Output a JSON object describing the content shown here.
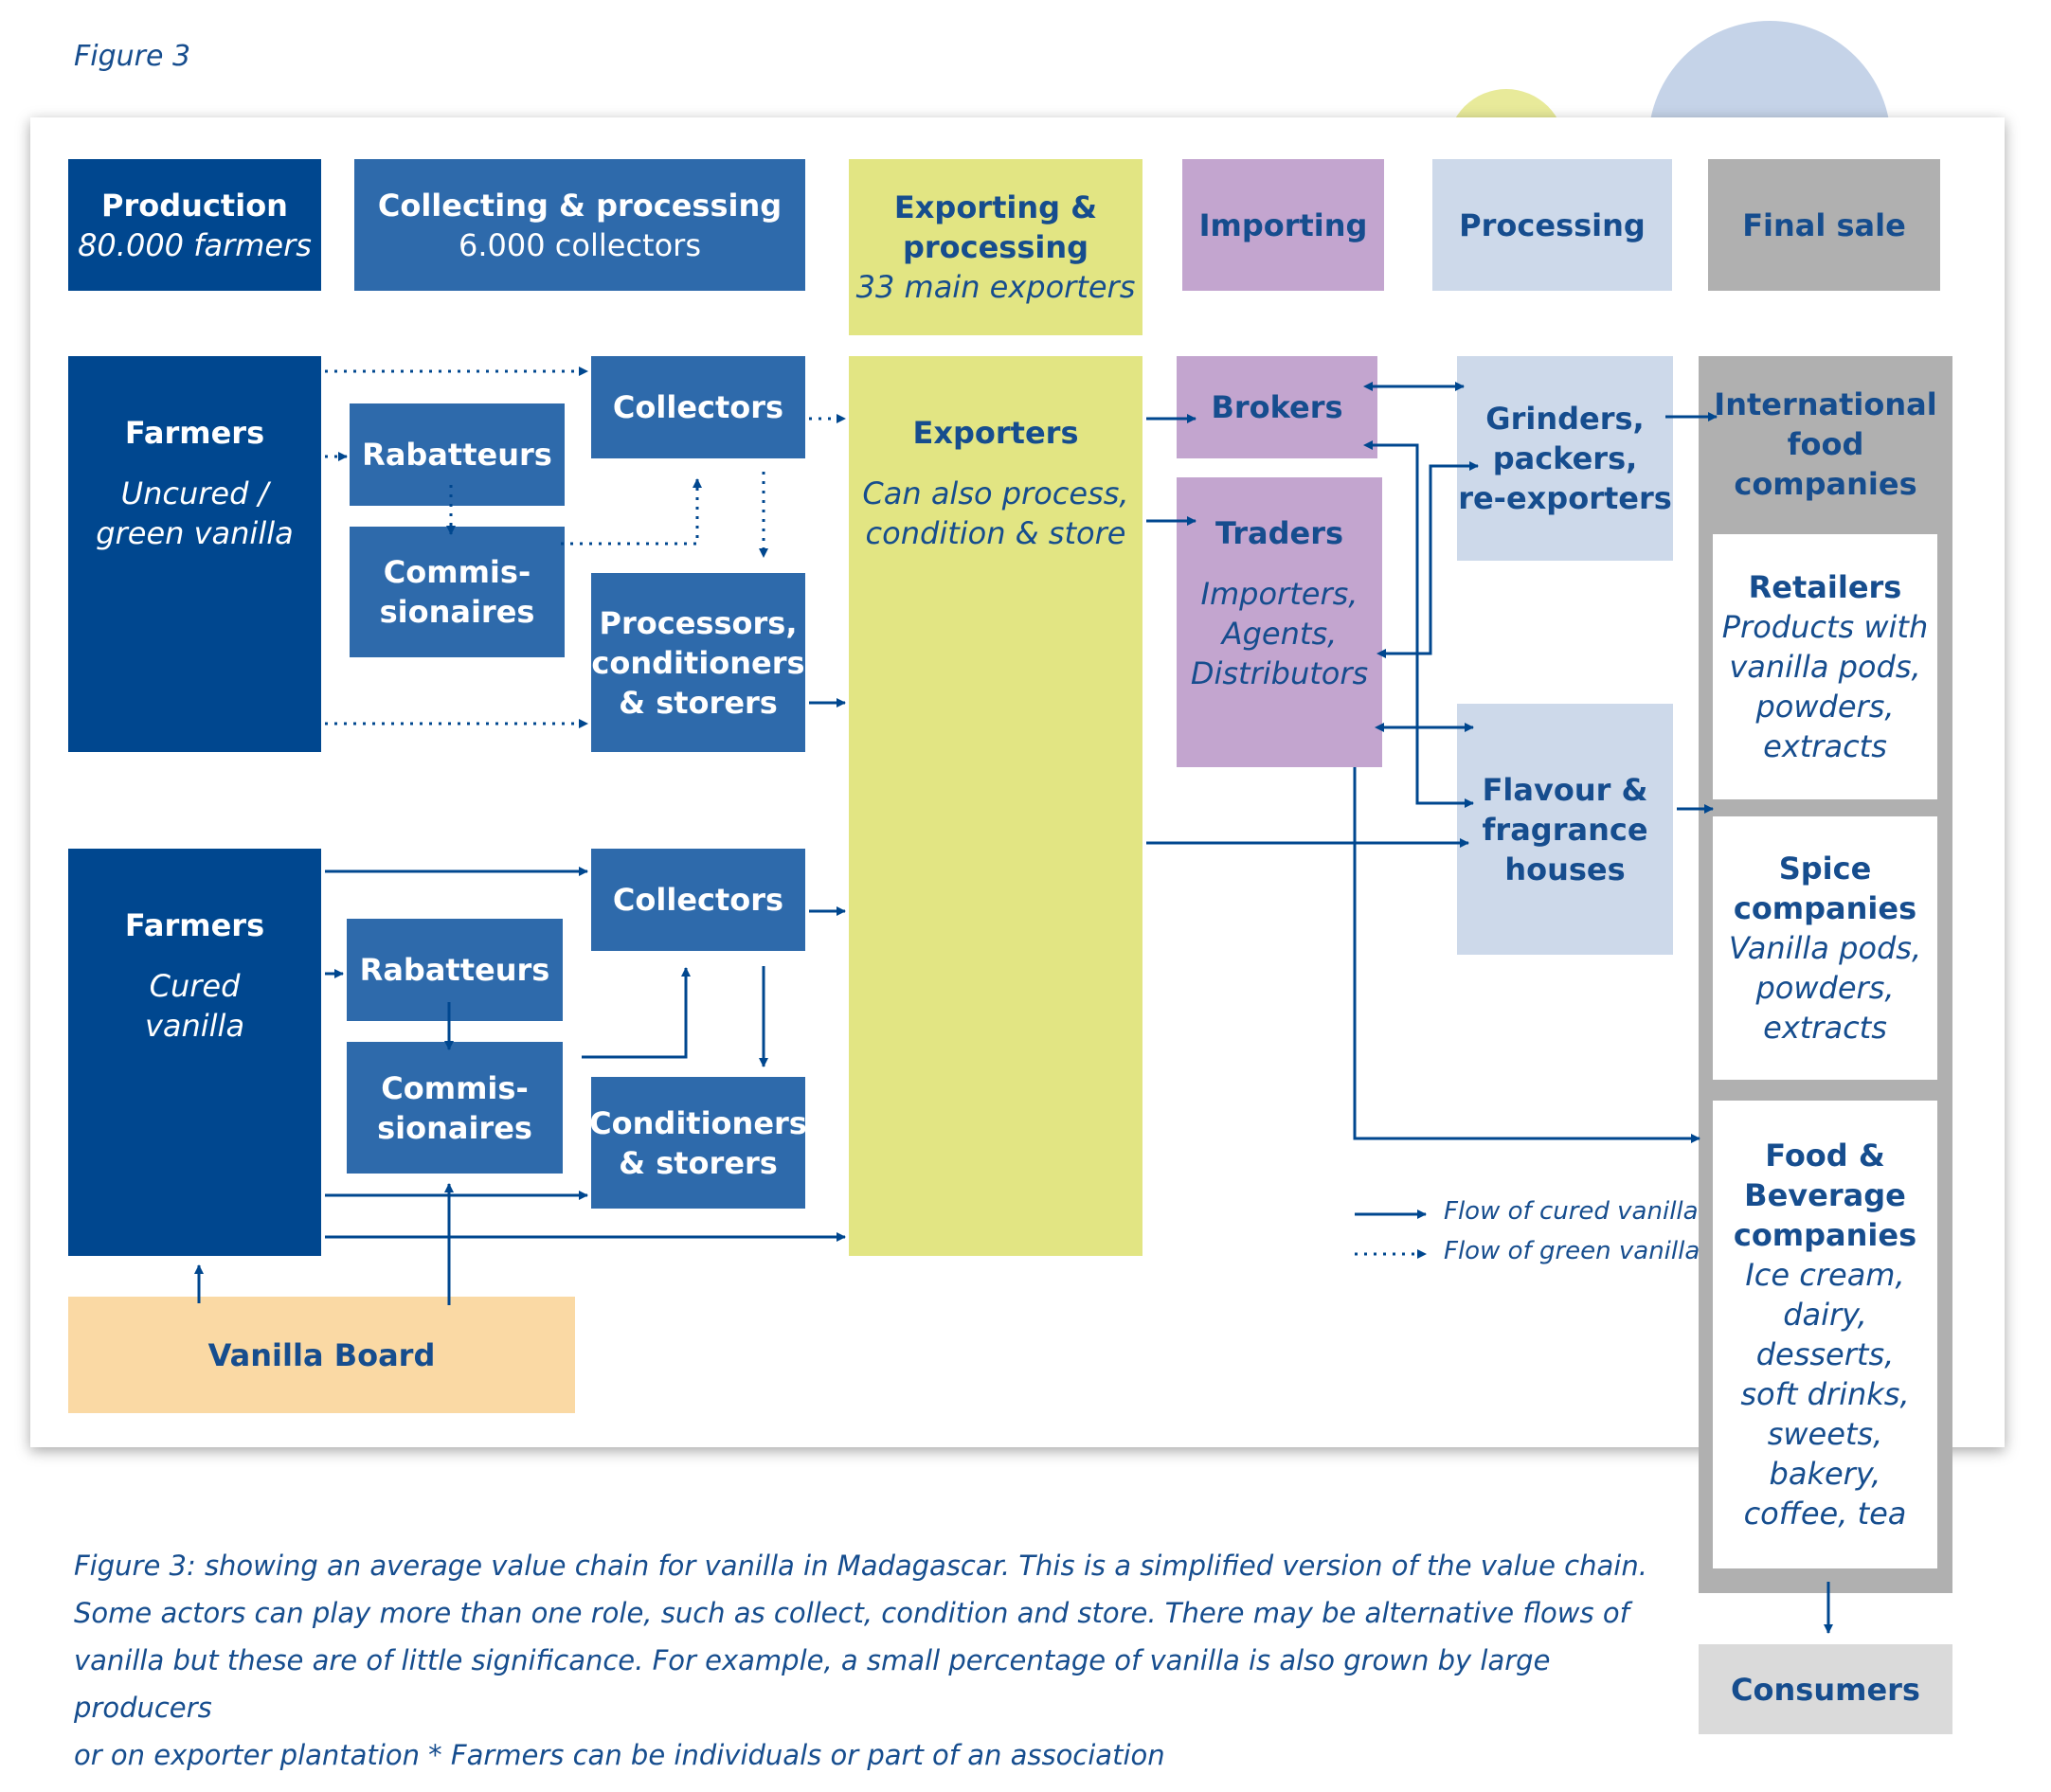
{
  "figure_label": "Figure 3",
  "headers": {
    "production": {
      "title": "Production",
      "sub": "80.000 farmers"
    },
    "collecting": {
      "title": "Collecting & processing",
      "sub": "6.000 collectors"
    },
    "exporting": {
      "title1": "Exporting &",
      "title2": "processing",
      "sub": "33 main exporters"
    },
    "importing": {
      "title": "Importing"
    },
    "processing": {
      "title": "Processing"
    },
    "final_sale": {
      "title": "Final sale"
    }
  },
  "green_chain": {
    "farmers": {
      "title": "Farmers",
      "sub1": "Uncured /",
      "sub2": "green vanilla"
    },
    "rabatteurs": "Rabatteurs",
    "commissionaires": {
      "l1": "Commis-",
      "l2": "sionaires"
    },
    "collectors": "Collectors",
    "processors": {
      "l1": "Processors,",
      "l2": "conditioners",
      "l3": "& storers"
    }
  },
  "cured_chain": {
    "farmers": {
      "title": "Farmers",
      "sub1": "Cured",
      "sub2": "vanilla"
    },
    "rabatteurs": "Rabatteurs",
    "commissionaires": {
      "l1": "Commis-",
      "l2": "sionaires"
    },
    "collectors": "Collectors",
    "conditioners": {
      "l1": "Conditioners",
      "l2": "& storers"
    }
  },
  "exporters": {
    "title": "Exporters",
    "sub1": "Can also process,",
    "sub2": "condition & store"
  },
  "brokers": "Brokers",
  "traders": {
    "title": "Traders",
    "sub1": "Importers,",
    "sub2": "Agents,",
    "sub3": "Distributors"
  },
  "grinders": {
    "l1": "Grinders,",
    "l2": "packers,",
    "l3": "re-exporters"
  },
  "flavour": {
    "l1": "Flavour &",
    "l2": "fragrance",
    "l3": "houses"
  },
  "international": {
    "l1": "International",
    "l2": "food",
    "l3": "companies"
  },
  "retailers": {
    "title": "Retailers",
    "s1": "Products with",
    "s2": "vanilla pods,",
    "s3": "powders,",
    "s4": "extracts"
  },
  "spice": {
    "t1": "Spice",
    "t2": "companies",
    "s1": "Vanilla pods,",
    "s2": "powders,",
    "s3": "extracts"
  },
  "food_bev": {
    "t1": "Food &",
    "t2": "Beverage",
    "t3": "companies",
    "s1": "Ice cream,",
    "s2": "dairy,",
    "s3": "desserts,",
    "s4": "soft drinks,",
    "s5": "sweets,",
    "s6": "bakery,",
    "s7": "coffee, tea"
  },
  "consumers": "Consumers",
  "vanilla_board": "Vanilla Board",
  "legend": {
    "cured": "Flow of cured vanilla",
    "green": "Flow of green vanilla"
  },
  "caption": {
    "l1": "Figure 3: showing an average value chain for vanilla in Madagascar. This is a simplified version of the value chain.",
    "l2": "Some actors can play more than one role, such as collect, condition and store. There may be alternative flows of",
    "l3": "vanilla but these are of little significance. For example, a small percentage of vanilla is also grown by large producers",
    "l4": "or on exporter plantation * Farmers can be individuals or part of an association"
  },
  "colors": {
    "dark_blue": "#00478f",
    "mid_blue": "#2e6aab",
    "yellow": "#e2e583",
    "purple": "#c3a5cf",
    "light_blue": "#cdd9ea",
    "grey": "#b0b0b0",
    "orange": "#fad9a4",
    "text_blue": "#164d8e"
  }
}
